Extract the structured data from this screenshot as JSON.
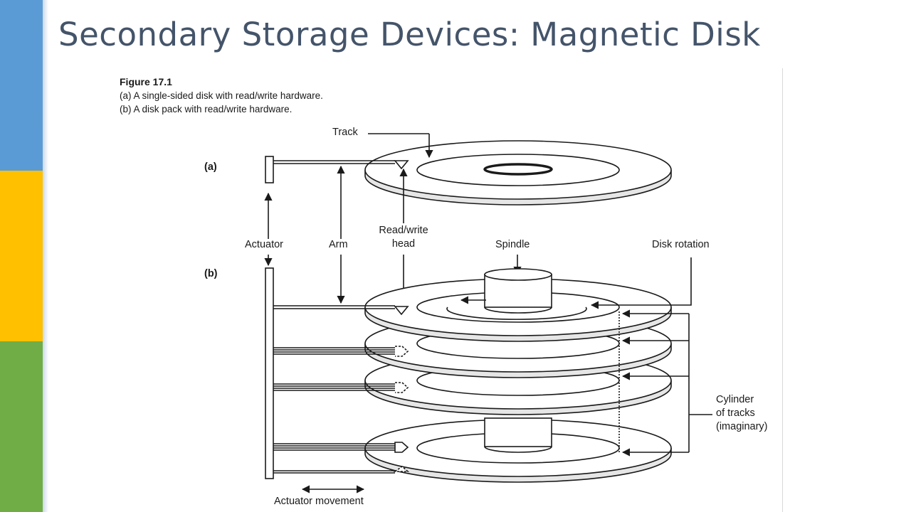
{
  "slide": {
    "title": "Secondary Storage Devices: Magnetic Disk",
    "colors": {
      "blue": "#5b9bd5",
      "yellow": "#ffc000",
      "green": "#70ad47",
      "title": "#44546a"
    }
  },
  "figure": {
    "caption_title": "Figure 17.1",
    "caption_a": "(a) A single-sided disk with read/write hardware.",
    "caption_b": "(b) A disk pack with read/write hardware.",
    "labels": {
      "part_a": "(a)",
      "part_b": "(b)",
      "track": "Track",
      "actuator": "Actuator",
      "arm": "Arm",
      "read_write_line1": "Read/write",
      "read_write_line2": "head",
      "spindle": "Spindle",
      "disk_rotation": "Disk rotation",
      "cylinder_line1": "Cylinder",
      "cylinder_line2": "of tracks",
      "cylinder_line3": "(imaginary)",
      "actuator_movement": "Actuator movement"
    }
  }
}
